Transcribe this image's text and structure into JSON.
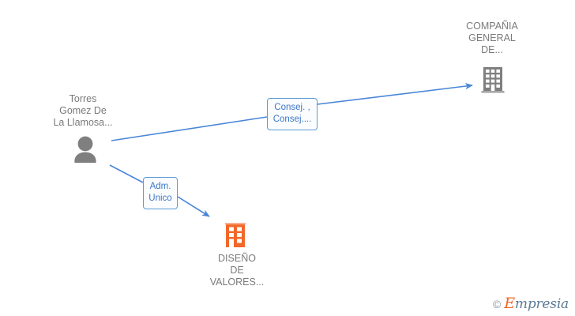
{
  "diagram": {
    "title": "Relationship graph",
    "background_color": "#ffffff",
    "edge_color": "#4a86d8",
    "nodes": [
      {
        "id": "person",
        "type": "person",
        "icon": "person-icon",
        "icon_color": "#7f7f7f",
        "label": "Torres\nGomez De\nLa Llamosa...",
        "label_color": "#7a7a7a"
      },
      {
        "id": "company-top",
        "type": "company",
        "icon": "building-icon",
        "icon_color": "#7f7f7f",
        "label": "COMPAÑIA\nGENERAL\nDE...",
        "label_color": "#7a7a7a"
      },
      {
        "id": "company-bottom",
        "type": "company",
        "icon": "building-icon",
        "icon_color": "#f2682a",
        "label": "DISEÑO\nDE\nVALORES...",
        "label_color": "#7a7a7a"
      }
    ],
    "edges": [
      {
        "id": "edge-consej",
        "from": "person",
        "to": "company-top",
        "label": "Consej. ,\nConsej....",
        "label_color": "#3c78c8",
        "border_color": "#5a9bd5"
      },
      {
        "id": "edge-adm",
        "from": "person",
        "to": "company-bottom",
        "label": "Adm.\nUnico",
        "label_color": "#3c78c8",
        "border_color": "#5a9bd5"
      }
    ]
  },
  "watermark": {
    "copyright": "©",
    "brand_initial": "E",
    "brand_rest": "mpresia"
  }
}
